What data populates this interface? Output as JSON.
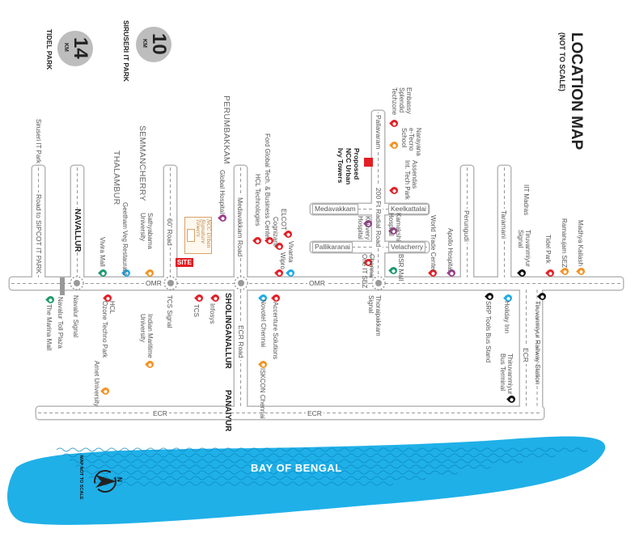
{
  "title": {
    "main": "LOCATION MAP",
    "sub": "(NOT TO SCALE)"
  },
  "distances": [
    {
      "value": "10",
      "unit": "KM",
      "label": "SIRUSERI IT PARK"
    },
    {
      "value": "14",
      "unit": "KM",
      "label": "TIDEL PARK"
    }
  ],
  "areas": {
    "perumbakkam": "PERUMBAKKAM",
    "semmancherry": "SEMMANCHERRY",
    "thalambur": "THALAMBUR",
    "navallur": "NAVALLUR",
    "sholinganallur": "SHOLINGANALLUR",
    "panaiyur": "PANAIYUR"
  },
  "roads": {
    "omr": "OMR",
    "ecr": "ECR",
    "sipcot": "Road to SIPCOT IT PARK",
    "sixty": "60' Road",
    "medavakkam_road": "Medavakkam Road",
    "radial": "200 Ft Radial Road",
    "pallavaram": "Pallavaram",
    "ecr_road": "ECR Road",
    "perungudi": "Perungudi",
    "taramani": "Taramani",
    "medavakkam": "Medavakkam",
    "keelkattalai": "Keelkattalai",
    "pallikaranai": "Pallikaranai",
    "velacherry": "Velacherry"
  },
  "project": {
    "proposed": "Proposed\nNCC Urban\nIvy Towers",
    "site": "SITE",
    "logo": "NCC Urban Signature Towers"
  },
  "landmarks": {
    "siruseri": "Siruseri IT Park",
    "global_hospital": "Global Hospital",
    "geetham": "Geetham Veg Restaurant",
    "sathyabama": "Sathyabama\nUniversity",
    "vivira": "Vivira Mall",
    "ford": "Ford Global Tech. & Business Center",
    "hcl_tech": "HCL Technologies",
    "elcot": "ELCOT",
    "cognizant": "Cognizant",
    "wipro": "Wipro",
    "vivanta": "Vivanta",
    "embassy": "Embassy\nSplendid\nTechzone",
    "narayana": "Narayana\ne-Tecno\nSchool",
    "assendas": "Assendas\nInt. Tech Park",
    "kauvery": "Kauvery\nHospital",
    "kamakshi": "Kamakshi\nHospital",
    "chennai_one": "Chennai\nOne IT SEZ",
    "bsr": "BSR Mall",
    "wtc": "World Trade Center",
    "apollo": "Apollo Hospital",
    "iit": "IIT Madras",
    "tiruvanmiyur_signal": "Tiruvanmiyur\nSignal",
    "tidel": "Tidel Park",
    "ramanujam": "Ramanujam SEZ",
    "madhya": "Madhya Kailash",
    "marina": "The Marina Mall",
    "toll": "Navalur Toll Plaza",
    "navalur_signal": "Navalur Signal",
    "hcl_ozone": "HCL\nOzone Techno Park",
    "arnet": "Arnet University",
    "maritime": "Indian Maritime\nUniversity",
    "tcs_signal": "TCS Signal",
    "tcs": "TCS",
    "infosys": "Infosys",
    "accenture": "Accenture Solutions",
    "novotel": "Novotel Chennai",
    "iskcon": "ISKCON Chennai",
    "thoraipakkam": "Thoraipakkam\nSignal",
    "srp": "SRP Tools Bus Stand",
    "holiday": "Holiday Inn",
    "bus_terminal": "Thiruvanmiyur\nBus Terminal",
    "railway": "Tiruvanmiyur Railway Station"
  },
  "sea": {
    "name": "BAY OF BENGAL",
    "note": "MAP NOT TO SCALE",
    "compass": "N"
  },
  "colors": {
    "sea": "#1fb0e8",
    "road_edge": "#b8b8b8",
    "pin_red": "#e31e24",
    "pin_orange": "#f39222",
    "pin_purple": "#9b3f8e",
    "pin_blue": "#1eaae6",
    "pin_green": "#1d9a6c"
  }
}
